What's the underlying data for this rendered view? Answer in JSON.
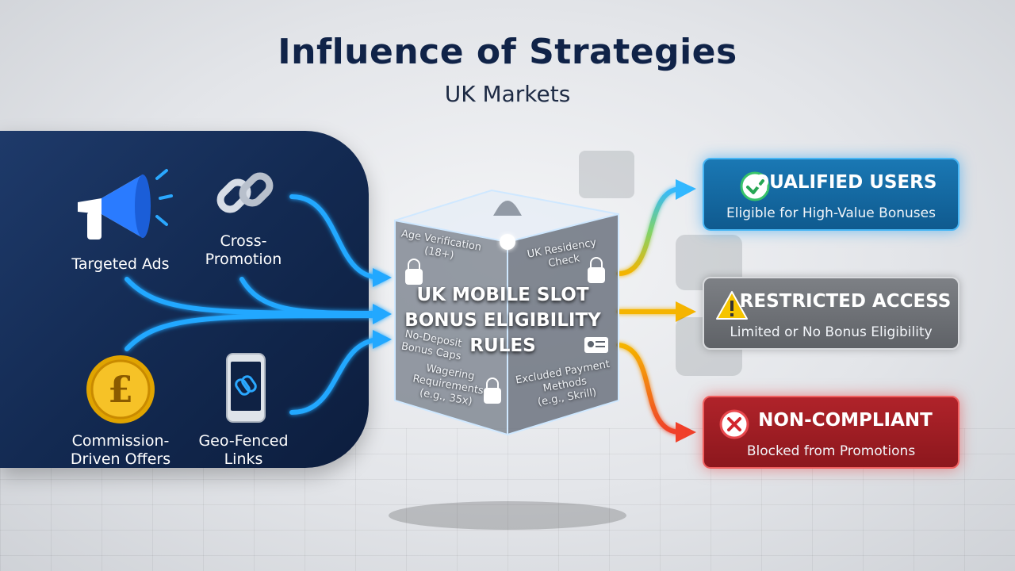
{
  "header": {
    "title": "Influence of Strategies",
    "subtitle": "UK Markets"
  },
  "sources": [
    {
      "id": "targeted-ads",
      "label": "Targeted Ads",
      "icon": "megaphone-icon"
    },
    {
      "id": "cross-promotion",
      "label": "Cross-\nPromotion",
      "icon": "chain-link-icon"
    },
    {
      "id": "commission-driven-offers",
      "label": "Commission-\nDriven Offers",
      "icon": "pound-coin-icon"
    },
    {
      "id": "geo-fenced-links",
      "label": "Geo-Fenced\nLinks",
      "icon": "smartphone-link-icon"
    }
  ],
  "rules_box": {
    "title_lines": [
      "UK MOBILE SLOT",
      "BONUS ELIGIBILITY",
      "RULES"
    ],
    "rules": [
      {
        "id": "age-verification",
        "text": "Age Verification\n(18+)",
        "icon": "lock-icon"
      },
      {
        "id": "uk-residency",
        "text": "UK Residency Check",
        "icon": "lock-icon"
      },
      {
        "id": "no-deposit-caps",
        "text": "No-Deposit\nBonus Caps",
        "icon": ""
      },
      {
        "id": "wagering",
        "text": "Wagering\nRequirements\n(e.g., 35x)",
        "icon": "lock-icon"
      },
      {
        "id": "excluded-payments",
        "text": "Excluded Payment\nMethods\n(e.g., Skrill)",
        "icon": "id-card-icon"
      }
    ]
  },
  "outcomes": [
    {
      "id": "qualified",
      "title": "QUALIFIED USERS",
      "description": "Eligible for High-Value Bonuses",
      "icon": "check-circle-icon",
      "color": "#1a78b4",
      "arrow_color": "#3fb7ff"
    },
    {
      "id": "restricted",
      "title": "RESTRICTED ACCESS",
      "description": "Limited or No Bonus Eligibility",
      "icon": "warning-triangle-icon",
      "color": "#6f7277",
      "arrow_color": "#f5b400"
    },
    {
      "id": "non-compliant",
      "title": "NON-COMPLIANT",
      "description": "Blocked from Promotions",
      "icon": "x-circle-icon",
      "color": "#a01f25",
      "arrow_color": "#f0502a"
    }
  ],
  "colors": {
    "title": "#102348",
    "panel": "#132a52",
    "flow": "#1fa3ff",
    "cube_edge": "#cfe8ff"
  }
}
